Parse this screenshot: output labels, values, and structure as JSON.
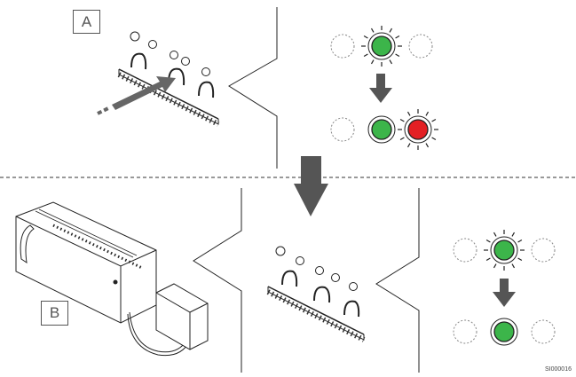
{
  "labels": {
    "a": "A",
    "b": "B"
  },
  "figure_code": "SI000016",
  "colors": {
    "led_green": "#3cb54a",
    "led_red": "#e32024",
    "line": "#222222",
    "arrow": "#555555"
  },
  "icons": [
    "led-off-icon",
    "led-blinking-green-icon",
    "led-green-icon",
    "led-blinking-red-icon",
    "down-arrow-icon",
    "push-arrow-icon"
  ]
}
